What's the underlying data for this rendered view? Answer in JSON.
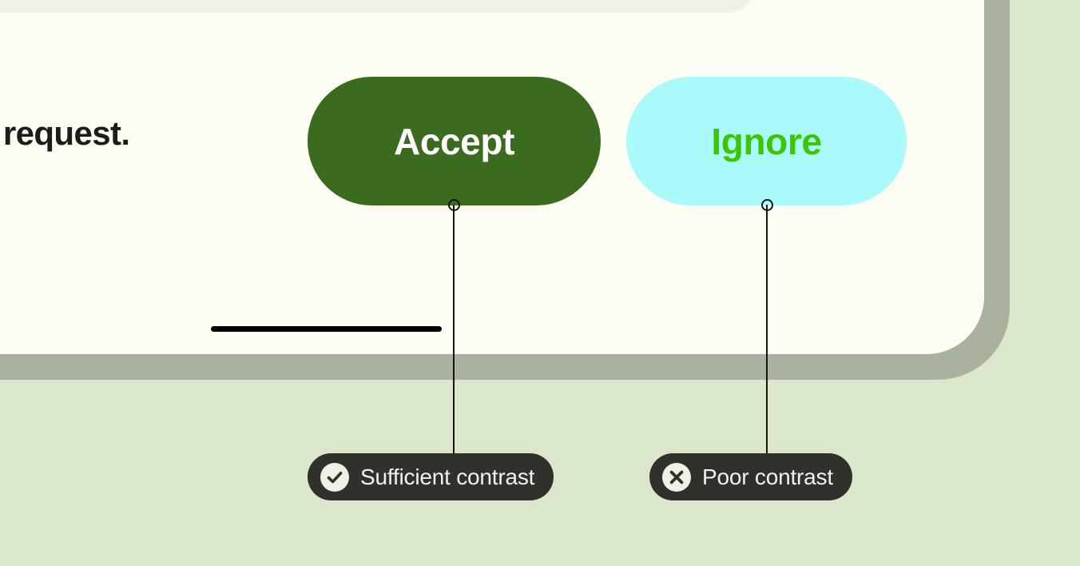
{
  "page": {
    "background_color": "#DAE7CB",
    "bezel_color": "#A9B29E",
    "card_color": "#FCFCF2",
    "panel_color": "#EEF1E8"
  },
  "content": {
    "request_text": "a request."
  },
  "buttons": [
    {
      "name": "accept",
      "label": "Accept",
      "background_color": "#3B6B1F",
      "text_color": "#FFFFFF"
    },
    {
      "name": "ignore",
      "label": "Ignore",
      "background_color": "#AAFAFA",
      "text_color": "#3CC600"
    }
  ],
  "annotations": [
    {
      "name": "sufficient-contrast",
      "label": "Sufficient contrast",
      "icon": "check-circle-icon",
      "pill_color": "#2E322A",
      "text_color": "#F2F2E9",
      "icon_circle_color": "#F0F0E6",
      "icon_glyph_color": "#2E322A"
    },
    {
      "name": "poor-contrast",
      "label": "Poor contrast",
      "icon": "x-circle-icon",
      "pill_color": "#2E322A",
      "text_color": "#F2F2E9",
      "icon_circle_color": "#F0F0E6",
      "icon_glyph_color": "#2E322A"
    }
  ],
  "decorations": {
    "underline_bar_color": "#000000",
    "connector_color": "#15170F"
  }
}
